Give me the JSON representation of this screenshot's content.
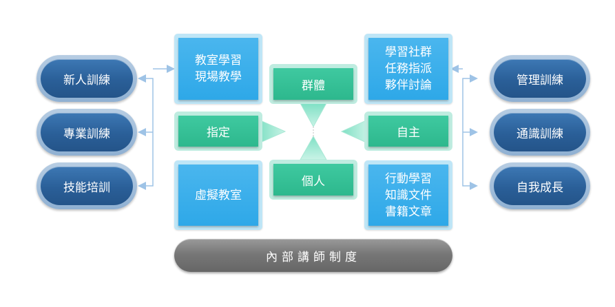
{
  "left_pills": [
    "新人訓練",
    "專業訓練",
    "技能培訓"
  ],
  "right_pills": [
    "管理訓練",
    "通識訓練",
    "自我成長"
  ],
  "squares": {
    "top_left": [
      "教室學習",
      "現場教學"
    ],
    "bottom_left": [
      "虛擬教室"
    ],
    "top_right": [
      "學習社群",
      "任務指派",
      "夥伴討論"
    ],
    "bottom_right": [
      "行動學習",
      "知識文件",
      "書籍文章"
    ]
  },
  "green": {
    "top": "群體",
    "left": "指定",
    "right": "自主",
    "bottom": "個人"
  },
  "base_bar": "內部講師制度",
  "colors": {
    "pill_blue": "#2a5f98",
    "square_blue": "#2ea8e8",
    "green": "#2db88d",
    "bar_gray": "#777777",
    "connector": "#9ec3e6"
  }
}
